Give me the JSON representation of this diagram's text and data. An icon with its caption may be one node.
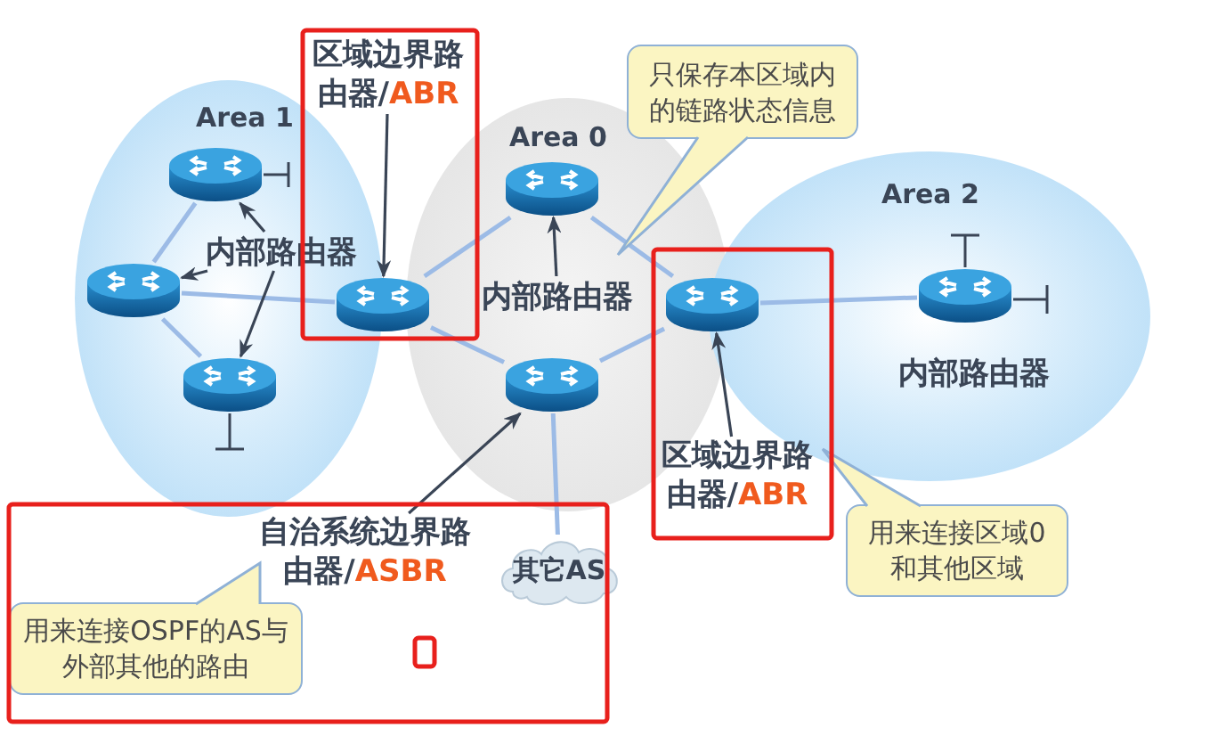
{
  "diagram": {
    "nodes": [
      {
        "text": [
          "Area 1"
        ]
      },
      {
        "text": [
          "Area 0"
        ]
      },
      {
        "text": [
          "Area 2"
        ]
      },
      {
        "text": [],
        "shape": "picture",
        "in": 0
      },
      {
        "text": [],
        "shape": "picture",
        "in": 0
      },
      {
        "text": [],
        "shape": "picture",
        "in": 0
      },
      {
        "text": [],
        "shape": "picture"
      },
      {
        "text": [],
        "shape": "picture",
        "in": 1
      },
      {
        "text": [],
        "shape": "picture",
        "in": 1
      },
      {
        "text": [],
        "shape": "picture"
      },
      {
        "text": [],
        "shape": "picture",
        "in": 2
      },
      {
        "text": [
          "内部路由器"
        ],
        "in": 0
      },
      {
        "text": [
          "内部路由器"
        ],
        "in": 1
      },
      {
        "text": [
          "区域边界路由器/",
          "ABR"
        ]
      },
      {
        "text": [
          "区域边界路由器/",
          "ABR"
        ]
      },
      {
        "text": [
          "自治系统边界路由器/",
          "ASBR"
        ]
      },
      {
        "text": [
          "其它AS"
        ]
      },
      {
        "text": [
          "只保存本区域内的链路状态信息"
        ]
      },
      {
        "text": [
          "用来连接区域0和其他区域"
        ]
      },
      {
        "text": [
          "用来连接OSPF的AS与外部其他的路由"
        ]
      }
    ],
    "edges": [
      {
        "from": 3,
        "to": 4,
        "arrow": "none"
      },
      {
        "from": 4,
        "to": 5,
        "arrow": "none"
      },
      {
        "from": 4,
        "to": 6,
        "arrow": "none"
      },
      {
        "from": 6,
        "to": 7,
        "arrow": "none"
      },
      {
        "from": 6,
        "to": 8,
        "arrow": "none"
      },
      {
        "from": 7,
        "to": 9,
        "arrow": "none"
      },
      {
        "from": 8,
        "to": 9,
        "arrow": "none"
      },
      {
        "from": 9,
        "to": 10,
        "arrow": "none"
      },
      {
        "from": 8,
        "to": 16,
        "arrow": "none"
      },
      {
        "from": 11,
        "to": 3,
        "arrow": "to",
        "color": "#3a4556"
      },
      {
        "from": 11,
        "to": 4,
        "arrow": "to",
        "color": "#3a4556"
      },
      {
        "from": 11,
        "to": 5,
        "arrow": "to",
        "color": "#3a4556"
      },
      {
        "from": 12,
        "to": 7,
        "arrow": "to",
        "color": "#3a4556"
      },
      {
        "from": 13,
        "to": 6,
        "arrow": "to",
        "color": "#3a4556"
      },
      {
        "from": 14,
        "to": 9,
        "arrow": "to",
        "color": "#3a4556"
      },
      {
        "from": 15,
        "to": 8,
        "arrow": "to",
        "color": "#3a4556"
      }
    ],
    "labels": [
      "内部路由器"
    ]
  }
}
